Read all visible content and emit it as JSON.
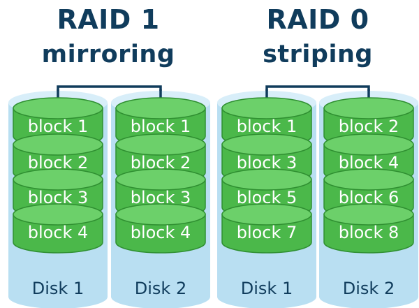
{
  "groups": [
    {
      "title": "RAID 1",
      "subtitle": "mirroring",
      "disks": [
        {
          "label": "Disk 1",
          "blocks": [
            "block 1",
            "block 2",
            "block 3",
            "block 4"
          ]
        },
        {
          "label": "Disk 2",
          "blocks": [
            "block 1",
            "block 2",
            "block 3",
            "block 4"
          ]
        }
      ]
    },
    {
      "title": "RAID 0",
      "subtitle": "striping",
      "disks": [
        {
          "label": "Disk 1",
          "blocks": [
            "block 1",
            "block 3",
            "block 5",
            "block 7"
          ]
        },
        {
          "label": "Disk 2",
          "blocks": [
            "block 2",
            "block 4",
            "block 6",
            "block 8"
          ]
        }
      ]
    }
  ],
  "colors": {
    "title": "#103c5c",
    "disk_body": "#b9dff2",
    "disk_top": "#d8eef9",
    "block_face": "#4bb84a",
    "block_top": "#6cd06a",
    "block_outline": "#2f8f31",
    "block_text": "#ffffff",
    "connector": "#103c5c",
    "disk_label": "#103c5c"
  }
}
